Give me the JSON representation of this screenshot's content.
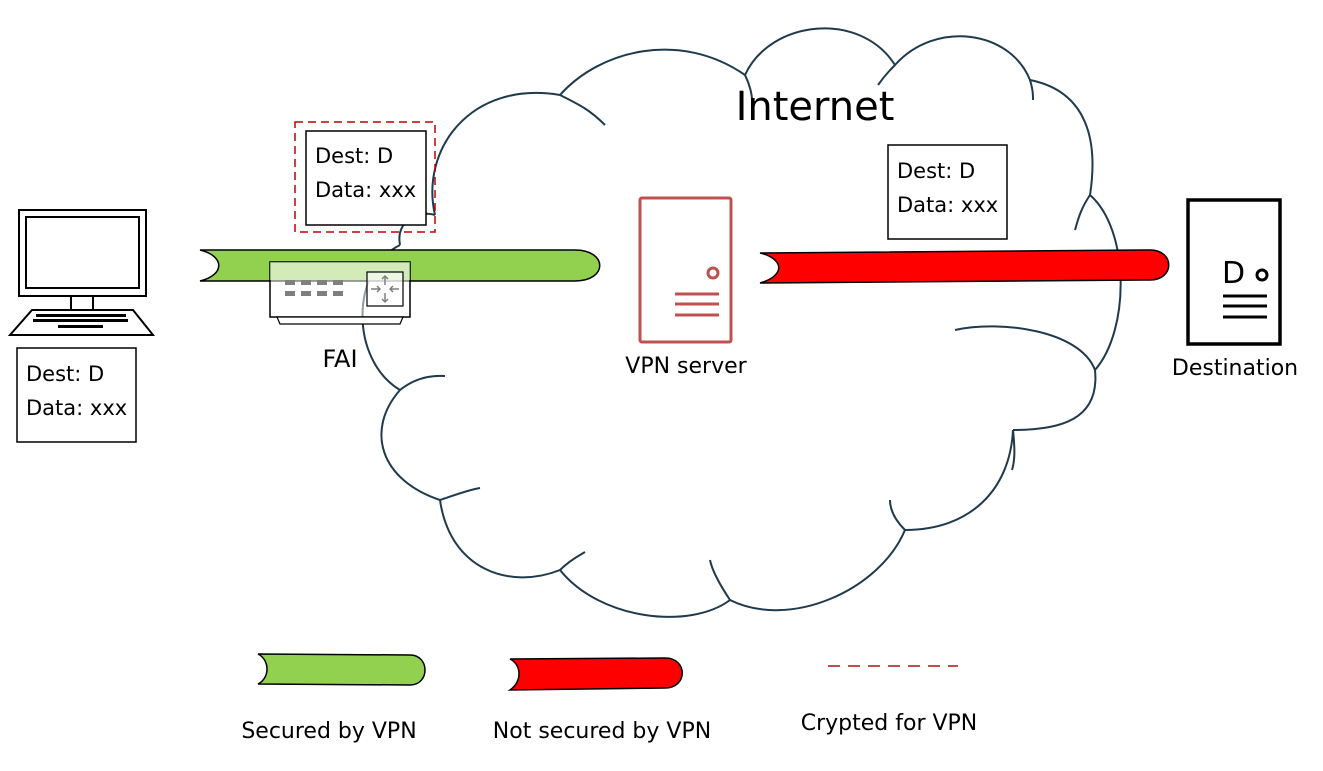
{
  "diagram": {
    "title": "Internet",
    "nodes": {
      "computer": {
        "label": "",
        "packet": {
          "dest": "Dest: D",
          "data": "Data: xxx"
        }
      },
      "isp": {
        "label": "FAI",
        "packet": {
          "dest": "Dest: D",
          "data": "Data: xxx",
          "encrypted": true
        }
      },
      "vpn_server": {
        "label": "VPN server"
      },
      "internet_packet": {
        "dest": "Dest: D",
        "data": "Data: xxx"
      },
      "destination": {
        "label": "Destination",
        "glyph": "D"
      }
    },
    "links": [
      {
        "from": "computer",
        "to": "vpn_server",
        "status": "Secured by VPN",
        "color": "#92d050"
      },
      {
        "from": "vpn_server",
        "to": "destination",
        "status": "Not secured by VPN",
        "color": "#ff0000"
      }
    ]
  },
  "legend": {
    "items": [
      {
        "label": "Secured by VPN",
        "color": "#92d050",
        "kind": "pipe"
      },
      {
        "label": "Not secured by VPN",
        "color": "#ff0000",
        "kind": "pipe"
      },
      {
        "label": "Crypted for VPN",
        "color": "#c0504d",
        "kind": "dashed-line"
      }
    ]
  },
  "colors": {
    "cloud_stroke": "#1f3a4d",
    "vpn_server": "#c0504d",
    "secured": "#92d050",
    "not_secured": "#ff0000",
    "crypted": "#c0504d"
  }
}
